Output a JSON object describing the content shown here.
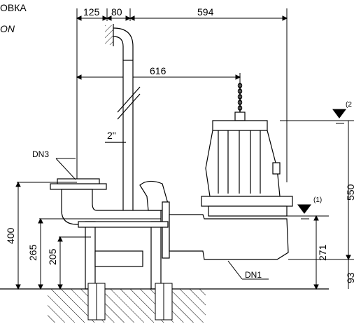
{
  "title": {
    "line1": "ОВКА",
    "line2": "ON"
  },
  "dimensions": {
    "top_125": "125",
    "top_80": "80",
    "top_594": "594",
    "width_616": "616",
    "pipe_2in": "2\"",
    "h_400": "400",
    "h_265": "265",
    "h_205": "205",
    "h_550": "550",
    "h_271": "271",
    "h_93": "93"
  },
  "labels": {
    "dn3": "DN3",
    "dn1": "DN1",
    "note_1": "(1)",
    "note_2": "(2"
  }
}
